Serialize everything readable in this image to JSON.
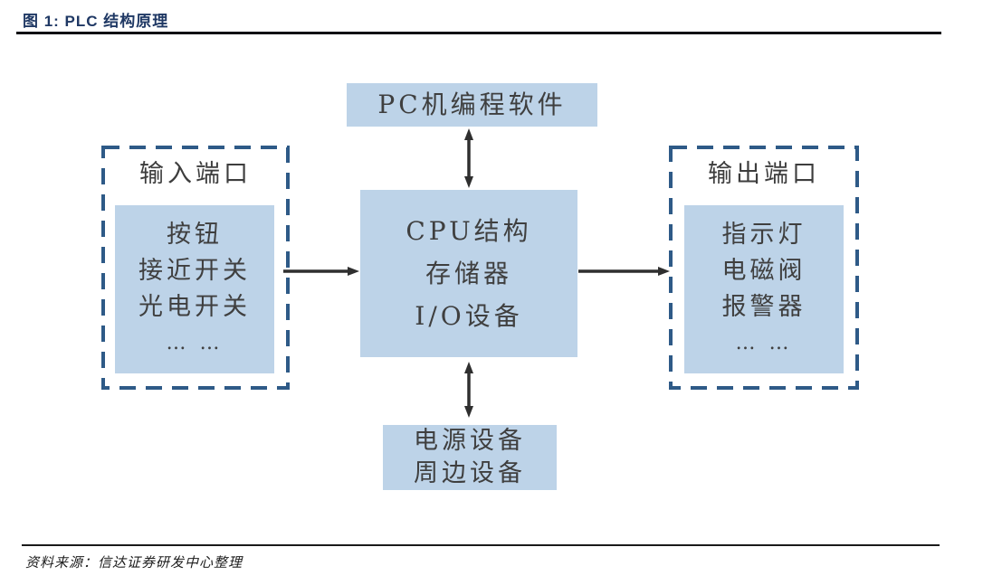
{
  "header": {
    "title": "图 1: PLC 结构原理"
  },
  "diagram": {
    "pc_box": {
      "label": "PC机编程软件"
    },
    "cpu_box": {
      "lines": [
        "CPU结构",
        "存储器",
        "I/O设备"
      ]
    },
    "input_port": {
      "title": "输入端口",
      "items": [
        "按钮",
        "接近开关",
        "光电开关",
        "… …"
      ]
    },
    "output_port": {
      "title": "输出端口",
      "items": [
        "指示灯",
        "电磁阀",
        "报警器",
        "… …"
      ]
    },
    "power_box": {
      "lines": [
        "电源设备",
        "周边设备"
      ]
    },
    "connections": [
      {
        "from": "pc-software-box",
        "to": "cpu-box",
        "direction": "bidirectional"
      },
      {
        "from": "input-port",
        "to": "cpu-box",
        "direction": "one-way"
      },
      {
        "from": "cpu-box",
        "to": "output-port",
        "direction": "one-way"
      },
      {
        "from": "cpu-box",
        "to": "power-box",
        "direction": "bidirectional"
      }
    ]
  },
  "footer": {
    "source": "资料来源：信达证券研发中心整理"
  },
  "colors": {
    "box_fill": "#bdd3e8",
    "dashed_border": "#2e5a87",
    "title_text": "#1f3864",
    "box_text": "#3f3f3f",
    "arrow": "#2f2f2f"
  }
}
